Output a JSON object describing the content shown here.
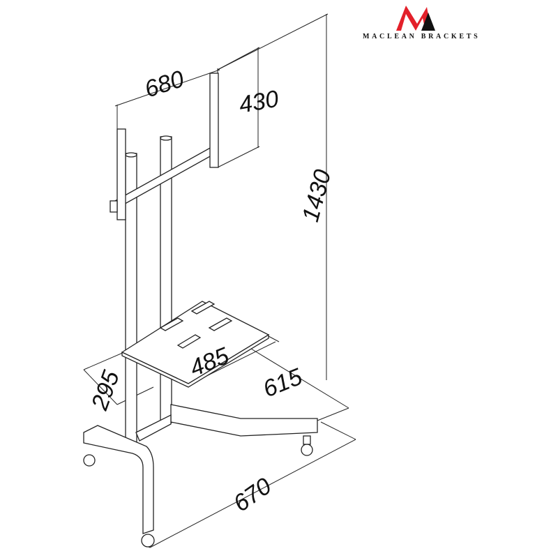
{
  "logo": {
    "text": "MACLEAN BRACKETS",
    "colors": {
      "red": "#e3202a",
      "black": "#111111"
    }
  },
  "dimensions": {
    "vesa_width": "680",
    "vesa_height": "430",
    "total_height": "1430",
    "shelf_depth": "295",
    "shelf_width": "485",
    "base_depth": "615",
    "base_width": "670"
  }
}
